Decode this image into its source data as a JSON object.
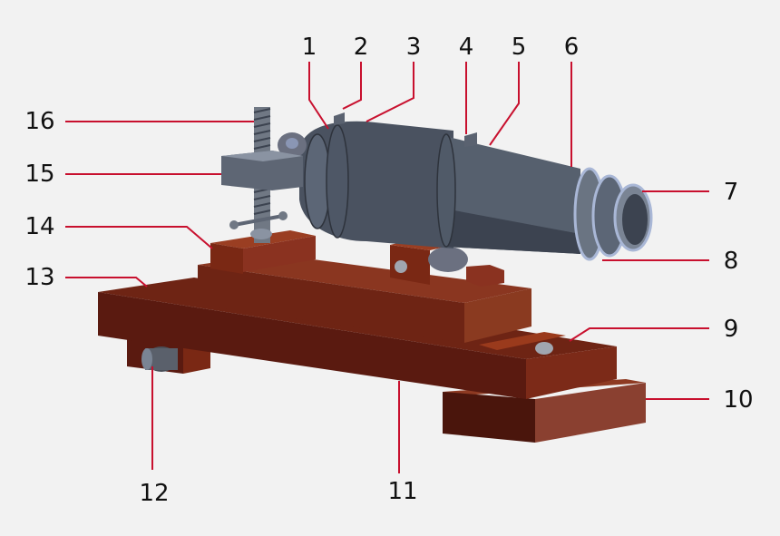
{
  "colors": {
    "background": "#f2f2f2",
    "wood_dark": "#5a1a10",
    "wood_mid": "#7a2814",
    "wood_light": "#9a3a1c",
    "barrel_dark": "#3c4350",
    "barrel_mid": "#56606e",
    "barrel_light": "#7a8494",
    "metal_ring": "#a9b7d6",
    "leader_line": "#c8102e"
  },
  "parts": {
    "barrel": "cannon-barrel",
    "carriage": "wooden-carriage",
    "elevation_screw": "elevation-screw"
  },
  "labels": {
    "l1": "1",
    "l2": "2",
    "l3": "3",
    "l4": "4",
    "l5": "5",
    "l6": "6",
    "l7": "7",
    "l8": "8",
    "l9": "9",
    "l10": "10",
    "l11": "11",
    "l12": "12",
    "l13": "13",
    "l14": "14",
    "l15": "15",
    "l16": "16"
  }
}
